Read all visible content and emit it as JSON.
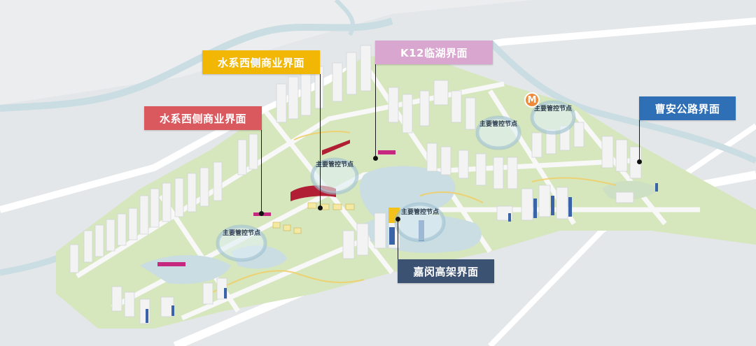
{
  "callouts": {
    "west_commercial_top": {
      "label": "水系西侧商业界面",
      "color": "#f2b705"
    },
    "k12_lakeside": {
      "label": "K12临湖界面",
      "color": "#d9a6cf"
    },
    "west_commercial_left": {
      "label": "水系西侧商业界面",
      "color": "#d9595f"
    },
    "caoan_road": {
      "label": "曹安公路界面",
      "color": "#2f6fb5"
    },
    "jiamin_elevated": {
      "label": "嘉闵高架界面",
      "color": "#3c5273"
    }
  },
  "control_node_label": "主要管控节点",
  "metro_label": "M",
  "colors": {
    "water": "#c9dde3",
    "green": "#cfe3b0",
    "road": "#f7f7f7",
    "ground": "#e4e6e8",
    "building": "#f1f1f1"
  }
}
